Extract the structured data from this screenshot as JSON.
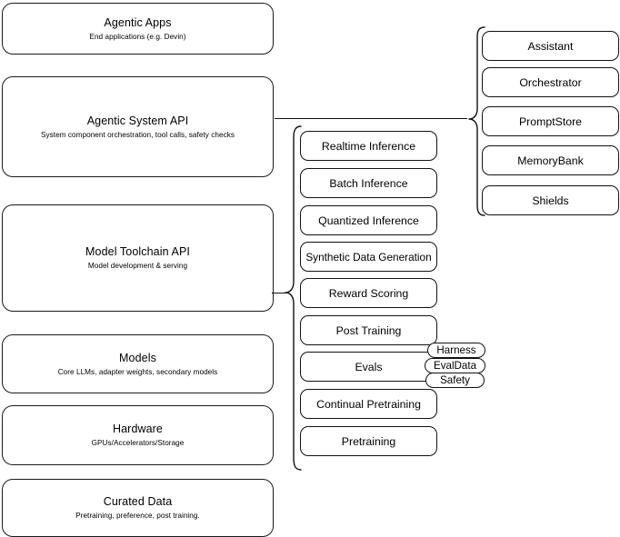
{
  "diagram": {
    "title": "AI Stack Layers Architecture Diagram",
    "stroke_color": "#111111",
    "background_color": "#ffffff"
  },
  "stack_layers": [
    {
      "id": "agentic-apps",
      "title": "Agentic Apps",
      "subtitle": "End applications (e.g. Devin)"
    },
    {
      "id": "agentic-system-api",
      "title": "Agentic System API",
      "subtitle": "System component orchestration, tool calls, safety checks"
    },
    {
      "id": "model-toolchain-api",
      "title": "Model Toolchain API",
      "subtitle": "Model development & serving"
    },
    {
      "id": "models",
      "title": "Models",
      "subtitle": "Core LLMs, adapter weights, secondary models"
    },
    {
      "id": "hardware",
      "title": "Hardware",
      "subtitle": "GPUs/Accelerators/Storage"
    },
    {
      "id": "curated-data",
      "title": "Curated Data",
      "subtitle": "Pretraining, preference, post training."
    }
  ],
  "toolchain_components": [
    {
      "id": "realtime-inference",
      "label": "Realtime Inference"
    },
    {
      "id": "batch-inference",
      "label": "Batch Inference"
    },
    {
      "id": "quantized-inference",
      "label": "Quantized Inference"
    },
    {
      "id": "synthetic-data-generation",
      "label": "Synthetic Data Generation"
    },
    {
      "id": "reward-scoring",
      "label": "Reward Scoring"
    },
    {
      "id": "post-training",
      "label": "Post Training"
    },
    {
      "id": "evals",
      "label": "Evals"
    },
    {
      "id": "continual-pretraining",
      "label": "Continual Pretraining"
    },
    {
      "id": "pretraining",
      "label": "Pretraining"
    }
  ],
  "evals_subcomponents": [
    {
      "id": "harness",
      "label": "Harness"
    },
    {
      "id": "evaldata",
      "label": "EvalData"
    },
    {
      "id": "safety",
      "label": "Safety"
    }
  ],
  "agentic_system_components": [
    {
      "id": "assistant",
      "label": "Assistant"
    },
    {
      "id": "orchestrator",
      "label": "Orchestrator"
    },
    {
      "id": "promptstore",
      "label": "PromptStore"
    },
    {
      "id": "memorybank",
      "label": "MemoryBank"
    },
    {
      "id": "shields",
      "label": "Shields"
    }
  ]
}
